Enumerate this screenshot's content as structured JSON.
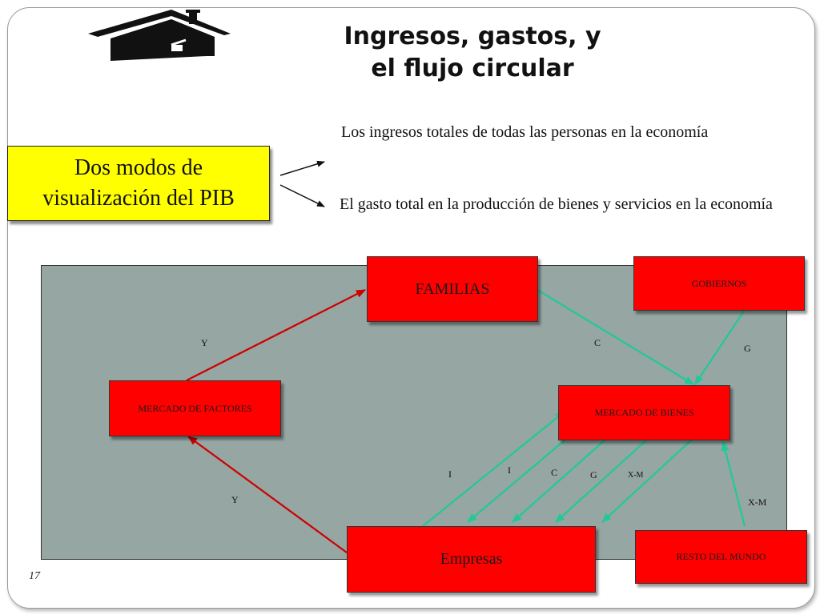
{
  "title": {
    "line1": "Ingresos, gastos, y",
    "line2": "el flujo circular"
  },
  "logo": {
    "icon": "house-icon"
  },
  "yellow_box": {
    "line1": "Dos modos de",
    "line2": "visualización del PIB"
  },
  "descriptions": [
    "Los ingresos totales de todas las personas en la economía",
    "El gasto total en la producción de bienes y servicios en la economía"
  ],
  "diagram": {
    "nodes": {
      "familias": "FAMILIAS",
      "gobiernos": "GOBIERNOS",
      "mercado_factores": "MERCADO DE FACTORES",
      "mercado_bienes": "MERCADO DE BIENES",
      "empresas": "Empresas",
      "resto_mundo": "RESTO DEL MUNDO"
    },
    "flow_labels": {
      "y_top": "Y",
      "y_bottom": "Y",
      "c_top": "C",
      "g_top": "G",
      "i_left": "I",
      "i_right": "I",
      "c_bottom": "C",
      "g_bottom": "G",
      "xm_small": "X-M",
      "xm_right": "X-M"
    },
    "colors": {
      "box_fill": "#ff0000",
      "panel_fill": "#96a6a3",
      "income_arrow": "#cc0000",
      "spending_arrow": "#20c997",
      "highlight": "#ffff00"
    }
  },
  "page_number": "17"
}
